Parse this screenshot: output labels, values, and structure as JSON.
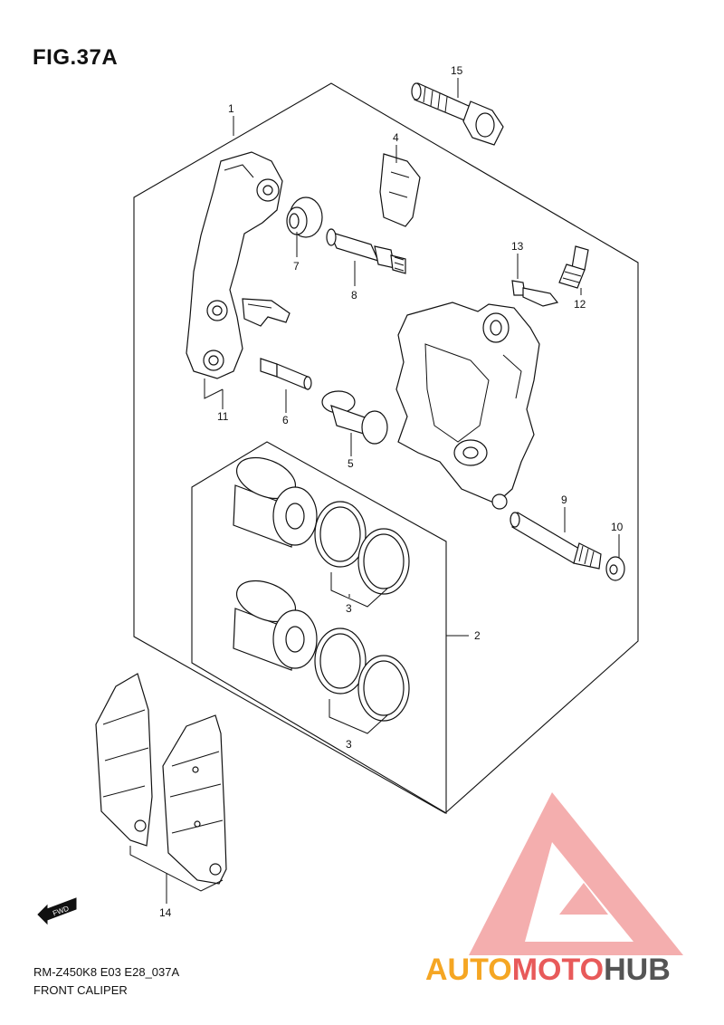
{
  "figure": {
    "title": "FIG.37A",
    "code": "RM-Z450K8 E03 E28_037A",
    "name": "FRONT CALIPER"
  },
  "callouts": [
    "1",
    "2",
    "3",
    "3",
    "4",
    "5",
    "6",
    "7",
    "8",
    "9",
    "10",
    "11",
    "12",
    "13",
    "14",
    "15"
  ],
  "fwd_label": "FWD",
  "watermark": {
    "text_part1": "AUTO",
    "text_part2": "MOTO",
    "text_part3": "HUB",
    "colors": {
      "orange": "#f5a623",
      "red": "#e85a5a",
      "gray": "#555555",
      "triangle": "#f3a0a0"
    }
  }
}
